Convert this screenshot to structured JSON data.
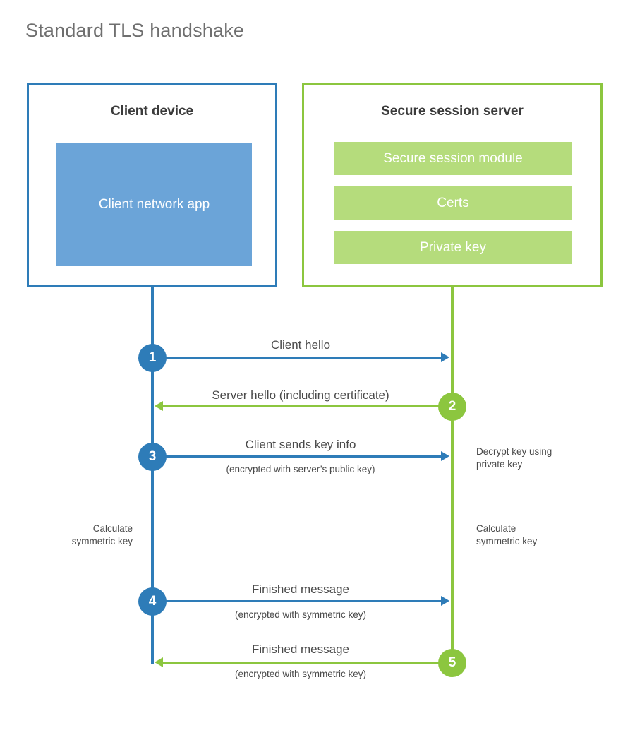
{
  "title": "Standard TLS handshake",
  "colors": {
    "client_blue": "#2e7cb8",
    "client_app_fill": "#6ba4d8",
    "server_green": "#8cc63f",
    "server_bar_fill": "#b5dc7c",
    "text": "#4a4a4a",
    "title_text": "#6f6f6f",
    "background": "#ffffff"
  },
  "parties": {
    "client": {
      "title": "Client device",
      "app_label": "Client network app"
    },
    "server": {
      "title": "Secure session server",
      "bars": [
        "Secure session module",
        "Certs",
        "Private key"
      ]
    }
  },
  "steps": [
    {
      "number": "1",
      "direction": "client-to-server",
      "color": "blue",
      "primary": "Client hello",
      "sub": ""
    },
    {
      "number": "2",
      "direction": "server-to-client",
      "color": "green",
      "primary": "Server hello (including certificate)",
      "sub": ""
    },
    {
      "number": "3",
      "direction": "client-to-server",
      "color": "blue",
      "primary": "Client sends key info",
      "sub": "(encrypted with server’s public key)"
    },
    {
      "number": "4",
      "direction": "client-to-server",
      "color": "blue",
      "primary": "Finished message",
      "sub": "(encrypted with symmetric key)"
    },
    {
      "number": "5",
      "direction": "server-to-client",
      "color": "green",
      "primary": "Finished message",
      "sub": "(encrypted with symmetric key)"
    }
  ],
  "annotations": {
    "decrypt_key": "Decrypt key using\nprivate key",
    "client_calculate": "Calculate\nsymmetric key",
    "server_calculate": "Calculate\nsymmetric key"
  },
  "chart_data": {
    "type": "table",
    "title": "Standard TLS handshake",
    "description": "Sequence diagram of the standard TLS handshake between a client device and a secure session server.",
    "participants": [
      "Client device",
      "Secure session server"
    ],
    "messages": [
      {
        "step": 1,
        "from": "Client device",
        "to": "Secure session server",
        "label": "Client hello"
      },
      {
        "step": 2,
        "from": "Secure session server",
        "to": "Client device",
        "label": "Server hello (including certificate)"
      },
      {
        "step": 3,
        "from": "Client device",
        "to": "Secure session server",
        "label": "Client sends key info (encrypted with server’s public key)"
      },
      {
        "step": 4,
        "from": "Client device",
        "to": "Secure session server",
        "label": "Finished message (encrypted with symmetric key)"
      },
      {
        "step": 5,
        "from": "Secure session server",
        "to": "Client device",
        "label": "Finished message (encrypted with symmetric key)"
      }
    ],
    "side_activities": [
      {
        "actor": "Secure session server",
        "after_step": 3,
        "label": "Decrypt key using private key"
      },
      {
        "actor": "Client device",
        "after_step": 3,
        "label": "Calculate symmetric key"
      },
      {
        "actor": "Secure session server",
        "after_step": 3,
        "label": "Calculate symmetric key"
      }
    ]
  }
}
